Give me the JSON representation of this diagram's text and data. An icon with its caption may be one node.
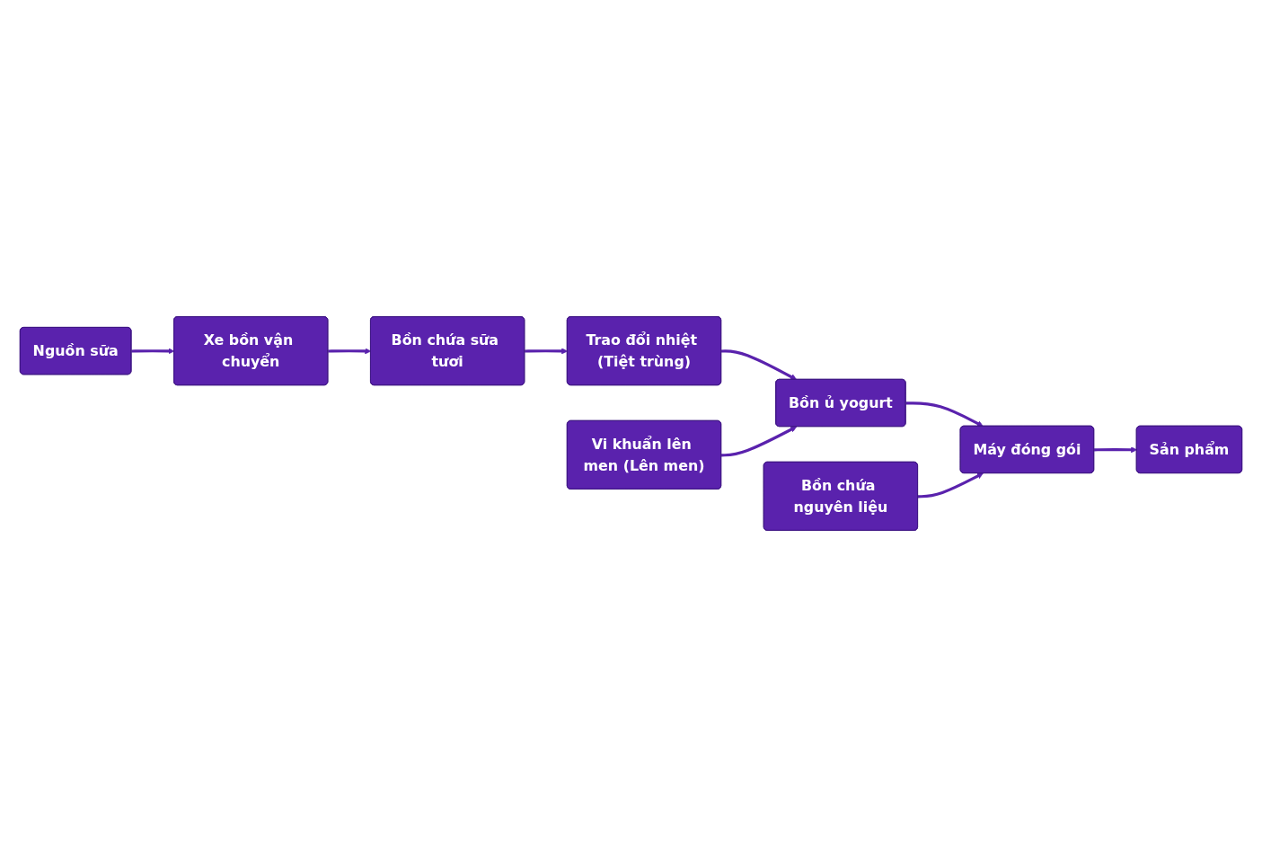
{
  "diagram": {
    "nodes": [
      {
        "text": [
          "Nguồn sữa"
        ]
      },
      {
        "text": [
          "Xe bồn vận chuyển"
        ]
      },
      {
        "text": [
          "Bồn chứa sữa tươi"
        ]
      },
      {
        "text": [
          "Trao đổi nhiệt (Tiệt trùng)"
        ]
      },
      {
        "text": [
          "Bồn ủ yogurt"
        ]
      },
      {
        "text": [
          "Vi khuẩn lên men (Lên men)"
        ]
      },
      {
        "text": [
          "Bồn chứa nguyên liệu"
        ]
      },
      {
        "text": [
          "Máy đóng gói"
        ]
      },
      {
        "text": [
          "Sản phẩm"
        ]
      }
    ],
    "edges": [
      {
        "from": 0,
        "to": 1,
        "arrow": "to"
      },
      {
        "from": 1,
        "to": 2,
        "arrow": "to"
      },
      {
        "from": 2,
        "to": 3,
        "arrow": "to"
      },
      {
        "from": 3,
        "to": 4,
        "arrow": "to"
      },
      {
        "from": 5,
        "to": 4,
        "arrow": "to"
      },
      {
        "from": 4,
        "to": 7,
        "arrow": "to"
      },
      {
        "from": 6,
        "to": 7,
        "arrow": "to"
      },
      {
        "from": 7,
        "to": 8,
        "arrow": "to"
      }
    ]
  }
}
